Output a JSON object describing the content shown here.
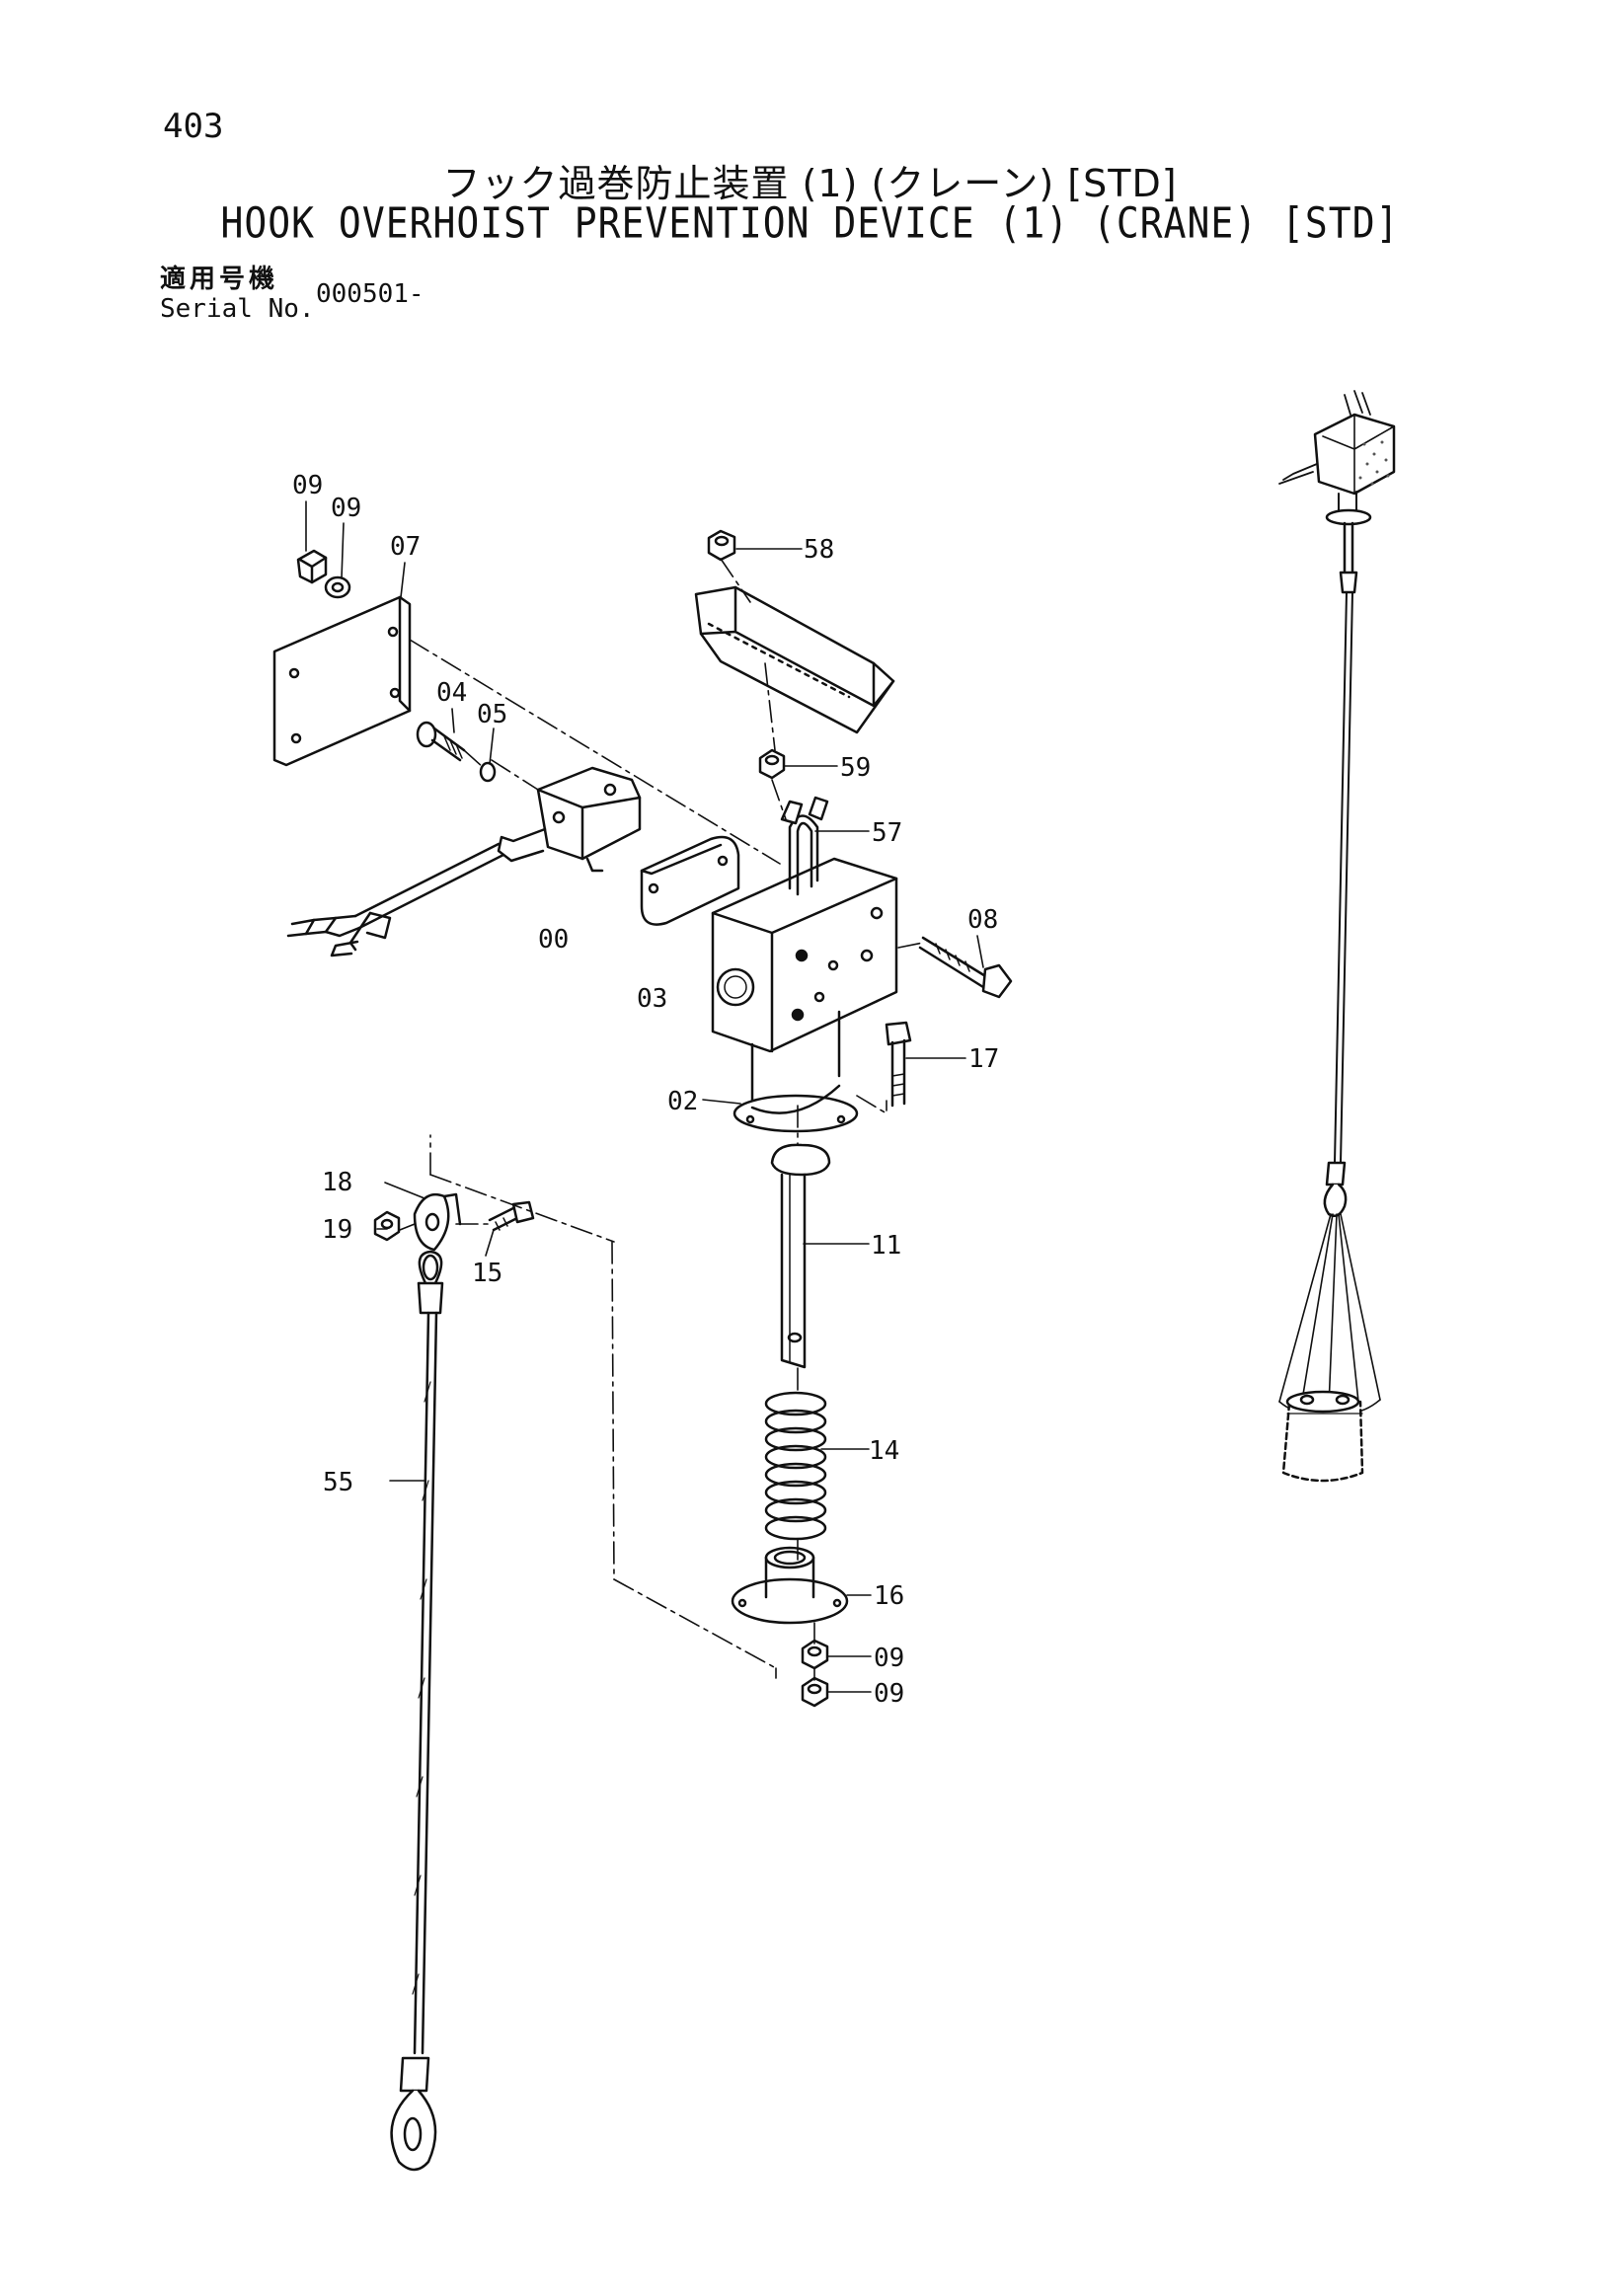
{
  "header": {
    "page_number": "403",
    "title_ja": "フック過巻防止装置 (1) (クレーン) [STD]",
    "title_en": "HOOK OVERHOIST PREVENTION DEVICE (1) (CRANE) [STD]",
    "serial_label_ja": "適用号機",
    "serial_label_en": "Serial No.",
    "serial_value": "000501-"
  },
  "callouts": {
    "p00": "00",
    "p02": "02",
    "p03": "03",
    "p04": "04",
    "p05": "05",
    "p07": "07",
    "p08": "08",
    "p09a": "09",
    "p09b": "09",
    "p09c": "09",
    "p09d": "09",
    "p11": "11",
    "p14": "14",
    "p15": "15",
    "p16": "16",
    "p17": "17",
    "p18": "18",
    "p19": "19",
    "p55": "55",
    "p57": "57",
    "p58": "58",
    "p59": "59"
  }
}
